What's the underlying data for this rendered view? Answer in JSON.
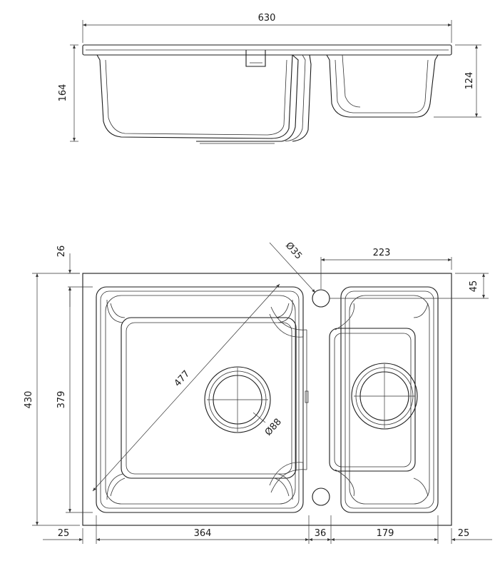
{
  "drawing": {
    "side_view": {
      "overall_width": "630",
      "overall_height": "164",
      "small_bowl_depth": "124"
    },
    "top_view": {
      "tap_hole_diameter": "Ø35",
      "tap_offset": "223",
      "tap_edge_distance": "45",
      "overall_depth": "430",
      "bowl_depth": "379",
      "top_margin": "26",
      "diagonal": "477",
      "drain_diameter": "Ø88",
      "margin_left": "25",
      "large_bowl_width": "364",
      "divider_width": "36",
      "small_bowl_width": "179",
      "margin_right": "25"
    }
  }
}
